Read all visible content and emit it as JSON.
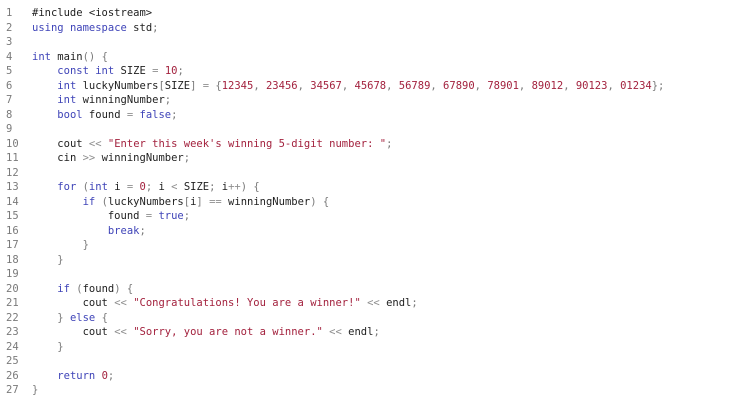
{
  "editor": {
    "language": "cpp",
    "colors": {
      "keyword": "#3f44b8",
      "string": "#a3223e",
      "number": "#a3223e",
      "operator": "#8f8f8f",
      "text": "#1f1f1f",
      "line_number": "#7a7a7a",
      "background": "#ffffff"
    },
    "lines": [
      {
        "n": "1",
        "tokens": [
          [
            "pp",
            "#include <iostream>"
          ]
        ]
      },
      {
        "n": "2",
        "tokens": [
          [
            "kw",
            "using"
          ],
          [
            "ws",
            " "
          ],
          [
            "kw",
            "namespace"
          ],
          [
            "ws",
            " "
          ],
          [
            "id",
            "std"
          ],
          [
            "punc",
            ";"
          ]
        ]
      },
      {
        "n": "3",
        "tokens": []
      },
      {
        "n": "4",
        "tokens": [
          [
            "type",
            "int"
          ],
          [
            "ws",
            " "
          ],
          [
            "fn",
            "main"
          ],
          [
            "punc",
            "()"
          ],
          [
            "ws",
            " "
          ],
          [
            "punc",
            "{"
          ]
        ]
      },
      {
        "n": "5",
        "tokens": [
          [
            "ws",
            "    "
          ],
          [
            "kw",
            "const"
          ],
          [
            "ws",
            " "
          ],
          [
            "type",
            "int"
          ],
          [
            "ws",
            " "
          ],
          [
            "id",
            "SIZE"
          ],
          [
            "ws",
            " "
          ],
          [
            "op",
            "="
          ],
          [
            "ws",
            " "
          ],
          [
            "num",
            "10"
          ],
          [
            "punc",
            ";"
          ]
        ]
      },
      {
        "n": "6",
        "tokens": [
          [
            "ws",
            "    "
          ],
          [
            "type",
            "int"
          ],
          [
            "ws",
            " "
          ],
          [
            "id",
            "luckyNumbers"
          ],
          [
            "punc",
            "["
          ],
          [
            "id",
            "SIZE"
          ],
          [
            "punc",
            "]"
          ],
          [
            "ws",
            " "
          ],
          [
            "op",
            "="
          ],
          [
            "ws",
            " "
          ],
          [
            "punc",
            "{"
          ],
          [
            "num",
            "12345"
          ],
          [
            "punc",
            ","
          ],
          [
            "ws",
            " "
          ],
          [
            "num",
            "23456"
          ],
          [
            "punc",
            ","
          ],
          [
            "ws",
            " "
          ],
          [
            "num",
            "34567"
          ],
          [
            "punc",
            ","
          ],
          [
            "ws",
            " "
          ],
          [
            "num",
            "45678"
          ],
          [
            "punc",
            ","
          ],
          [
            "ws",
            " "
          ],
          [
            "num",
            "56789"
          ],
          [
            "punc",
            ","
          ],
          [
            "ws",
            " "
          ],
          [
            "num",
            "67890"
          ],
          [
            "punc",
            ","
          ],
          [
            "ws",
            " "
          ],
          [
            "num",
            "78901"
          ],
          [
            "punc",
            ","
          ],
          [
            "ws",
            " "
          ],
          [
            "num",
            "89012"
          ],
          [
            "punc",
            ","
          ],
          [
            "ws",
            " "
          ],
          [
            "num",
            "90123"
          ],
          [
            "punc",
            ","
          ],
          [
            "ws",
            " "
          ],
          [
            "num",
            "01234"
          ],
          [
            "punc",
            "};"
          ]
        ]
      },
      {
        "n": "7",
        "tokens": [
          [
            "ws",
            "    "
          ],
          [
            "type",
            "int"
          ],
          [
            "ws",
            " "
          ],
          [
            "id",
            "winningNumber"
          ],
          [
            "punc",
            ";"
          ]
        ]
      },
      {
        "n": "8",
        "tokens": [
          [
            "ws",
            "    "
          ],
          [
            "type",
            "bool"
          ],
          [
            "ws",
            " "
          ],
          [
            "id",
            "found"
          ],
          [
            "ws",
            " "
          ],
          [
            "op",
            "="
          ],
          [
            "ws",
            " "
          ],
          [
            "kw",
            "false"
          ],
          [
            "punc",
            ";"
          ]
        ]
      },
      {
        "n": "9",
        "tokens": []
      },
      {
        "n": "10",
        "tokens": [
          [
            "ws",
            "    "
          ],
          [
            "id",
            "cout"
          ],
          [
            "ws",
            " "
          ],
          [
            "op",
            "<<"
          ],
          [
            "ws",
            " "
          ],
          [
            "str",
            "\"Enter this week's winning 5-digit number: \""
          ],
          [
            "punc",
            ";"
          ]
        ]
      },
      {
        "n": "11",
        "tokens": [
          [
            "ws",
            "    "
          ],
          [
            "id",
            "cin"
          ],
          [
            "ws",
            " "
          ],
          [
            "op",
            ">>"
          ],
          [
            "ws",
            " "
          ],
          [
            "id",
            "winningNumber"
          ],
          [
            "punc",
            ";"
          ]
        ]
      },
      {
        "n": "12",
        "tokens": []
      },
      {
        "n": "13",
        "tokens": [
          [
            "ws",
            "    "
          ],
          [
            "kw",
            "for"
          ],
          [
            "ws",
            " "
          ],
          [
            "punc",
            "("
          ],
          [
            "type",
            "int"
          ],
          [
            "ws",
            " "
          ],
          [
            "id",
            "i"
          ],
          [
            "ws",
            " "
          ],
          [
            "op",
            "="
          ],
          [
            "ws",
            " "
          ],
          [
            "num",
            "0"
          ],
          [
            "punc",
            ";"
          ],
          [
            "ws",
            " "
          ],
          [
            "id",
            "i"
          ],
          [
            "ws",
            " "
          ],
          [
            "op",
            "<"
          ],
          [
            "ws",
            " "
          ],
          [
            "id",
            "SIZE"
          ],
          [
            "punc",
            ";"
          ],
          [
            "ws",
            " "
          ],
          [
            "id",
            "i"
          ],
          [
            "op",
            "++"
          ],
          [
            "punc",
            ")"
          ],
          [
            "ws",
            " "
          ],
          [
            "punc",
            "{"
          ]
        ]
      },
      {
        "n": "14",
        "tokens": [
          [
            "ws",
            "        "
          ],
          [
            "kw",
            "if"
          ],
          [
            "ws",
            " "
          ],
          [
            "punc",
            "("
          ],
          [
            "id",
            "luckyNumbers"
          ],
          [
            "punc",
            "["
          ],
          [
            "id",
            "i"
          ],
          [
            "punc",
            "]"
          ],
          [
            "ws",
            " "
          ],
          [
            "op",
            "=="
          ],
          [
            "ws",
            " "
          ],
          [
            "id",
            "winningNumber"
          ],
          [
            "punc",
            ")"
          ],
          [
            "ws",
            " "
          ],
          [
            "punc",
            "{"
          ]
        ]
      },
      {
        "n": "15",
        "tokens": [
          [
            "ws",
            "            "
          ],
          [
            "id",
            "found"
          ],
          [
            "ws",
            " "
          ],
          [
            "op",
            "="
          ],
          [
            "ws",
            " "
          ],
          [
            "kw",
            "true"
          ],
          [
            "punc",
            ";"
          ]
        ]
      },
      {
        "n": "16",
        "tokens": [
          [
            "ws",
            "            "
          ],
          [
            "kw",
            "break"
          ],
          [
            "punc",
            ";"
          ]
        ]
      },
      {
        "n": "17",
        "tokens": [
          [
            "ws",
            "        "
          ],
          [
            "punc",
            "}"
          ]
        ]
      },
      {
        "n": "18",
        "tokens": [
          [
            "ws",
            "    "
          ],
          [
            "punc",
            "}"
          ]
        ]
      },
      {
        "n": "19",
        "tokens": []
      },
      {
        "n": "20",
        "tokens": [
          [
            "ws",
            "    "
          ],
          [
            "kw",
            "if"
          ],
          [
            "ws",
            " "
          ],
          [
            "punc",
            "("
          ],
          [
            "id",
            "found"
          ],
          [
            "punc",
            ")"
          ],
          [
            "ws",
            " "
          ],
          [
            "punc",
            "{"
          ]
        ]
      },
      {
        "n": "21",
        "tokens": [
          [
            "ws",
            "        "
          ],
          [
            "id",
            "cout"
          ],
          [
            "ws",
            " "
          ],
          [
            "op",
            "<<"
          ],
          [
            "ws",
            " "
          ],
          [
            "str",
            "\"Congratulations! You are a winner!\""
          ],
          [
            "ws",
            " "
          ],
          [
            "op",
            "<<"
          ],
          [
            "ws",
            " "
          ],
          [
            "id",
            "endl"
          ],
          [
            "punc",
            ";"
          ]
        ]
      },
      {
        "n": "22",
        "tokens": [
          [
            "ws",
            "    "
          ],
          [
            "punc",
            "}"
          ],
          [
            "ws",
            " "
          ],
          [
            "kw",
            "else"
          ],
          [
            "ws",
            " "
          ],
          [
            "punc",
            "{"
          ]
        ]
      },
      {
        "n": "23",
        "tokens": [
          [
            "ws",
            "        "
          ],
          [
            "id",
            "cout"
          ],
          [
            "ws",
            " "
          ],
          [
            "op",
            "<<"
          ],
          [
            "ws",
            " "
          ],
          [
            "str",
            "\"Sorry, you are not a winner.\""
          ],
          [
            "ws",
            " "
          ],
          [
            "op",
            "<<"
          ],
          [
            "ws",
            " "
          ],
          [
            "id",
            "endl"
          ],
          [
            "punc",
            ";"
          ]
        ]
      },
      {
        "n": "24",
        "tokens": [
          [
            "ws",
            "    "
          ],
          [
            "punc",
            "}"
          ]
        ]
      },
      {
        "n": "25",
        "tokens": []
      },
      {
        "n": "26",
        "tokens": [
          [
            "ws",
            "    "
          ],
          [
            "kw",
            "return"
          ],
          [
            "ws",
            " "
          ],
          [
            "num",
            "0"
          ],
          [
            "punc",
            ";"
          ]
        ]
      },
      {
        "n": "27",
        "tokens": [
          [
            "punc",
            "}"
          ]
        ]
      }
    ]
  }
}
